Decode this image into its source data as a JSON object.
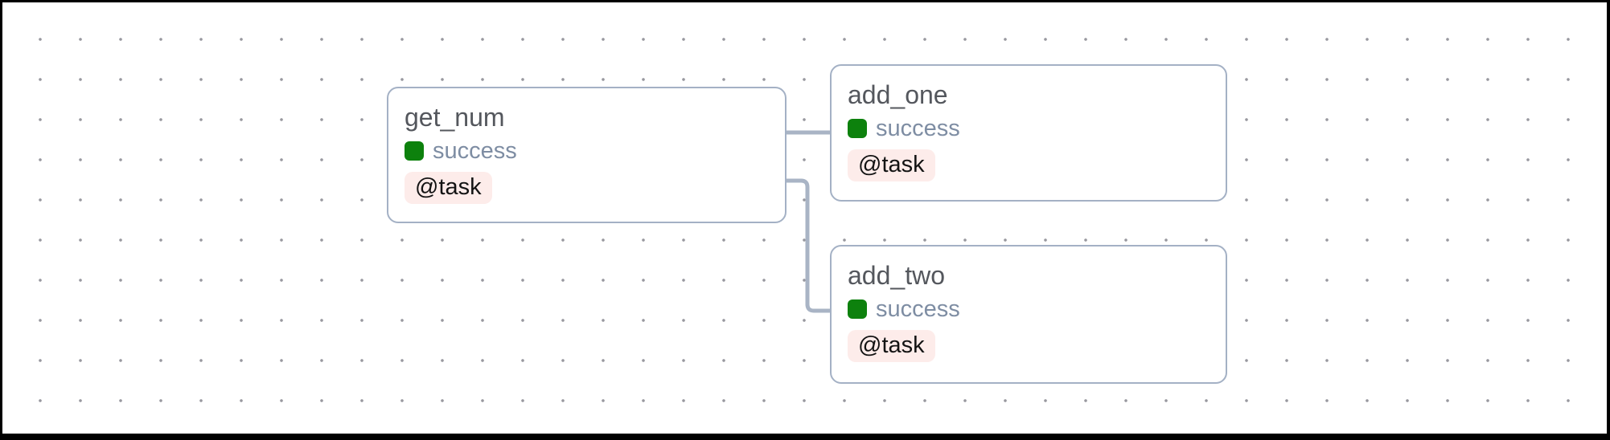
{
  "graph": {
    "nodes": [
      {
        "title": "get_num",
        "state": "success",
        "decorator": "@task"
      },
      {
        "title": "add_one",
        "state": "success",
        "decorator": "@task"
      },
      {
        "title": "add_two",
        "state": "success",
        "decorator": "@task"
      }
    ],
    "edges": [
      {
        "from": "get_num",
        "to": "add_one"
      },
      {
        "from": "get_num",
        "to": "add_two"
      }
    ]
  },
  "colors": {
    "node_border": "#a4b1c5",
    "edge_stroke": "#a9b4c5",
    "success_green": "#0d810d",
    "state_label_text": "#7e8da3",
    "title_text": "#54575d",
    "badge_background": "#fdecea",
    "badge_text": "#131313",
    "dot_grid": "#98989f",
    "frame_border": "#000000",
    "canvas_background": "#ffffff"
  }
}
